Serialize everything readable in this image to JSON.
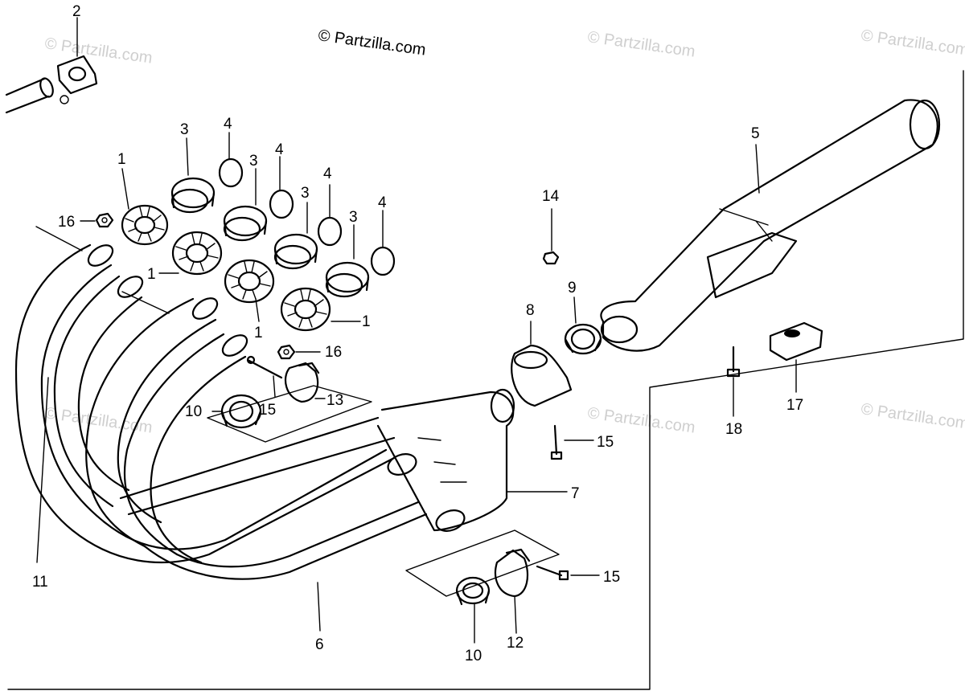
{
  "copyright": "© Partzilla.com",
  "watermarks": [
    "© Partzilla.com",
    "© Partzilla.com",
    "© Partzilla.com",
    "© Partzilla.com",
    "© Partzilla.com",
    "© Partzilla.com"
  ],
  "callouts": {
    "c2": "2",
    "c3a": "3",
    "c3b": "3",
    "c3c": "3",
    "c3d": "3",
    "c4a": "4",
    "c4b": "4",
    "c4c": "4",
    "c4d": "4",
    "c1a": "1",
    "c1b": "1",
    "c1c": "1",
    "c1d": "1",
    "c16a": "16",
    "c16b": "16",
    "c5": "5",
    "c14": "14",
    "c8": "8",
    "c9": "9",
    "c10a": "10",
    "c10b": "10",
    "c15a": "15",
    "c15b": "15",
    "c15c": "15",
    "c13": "13",
    "c7": "7",
    "c11": "11",
    "c6": "6",
    "c12": "12",
    "c17": "17",
    "c18": "18"
  }
}
